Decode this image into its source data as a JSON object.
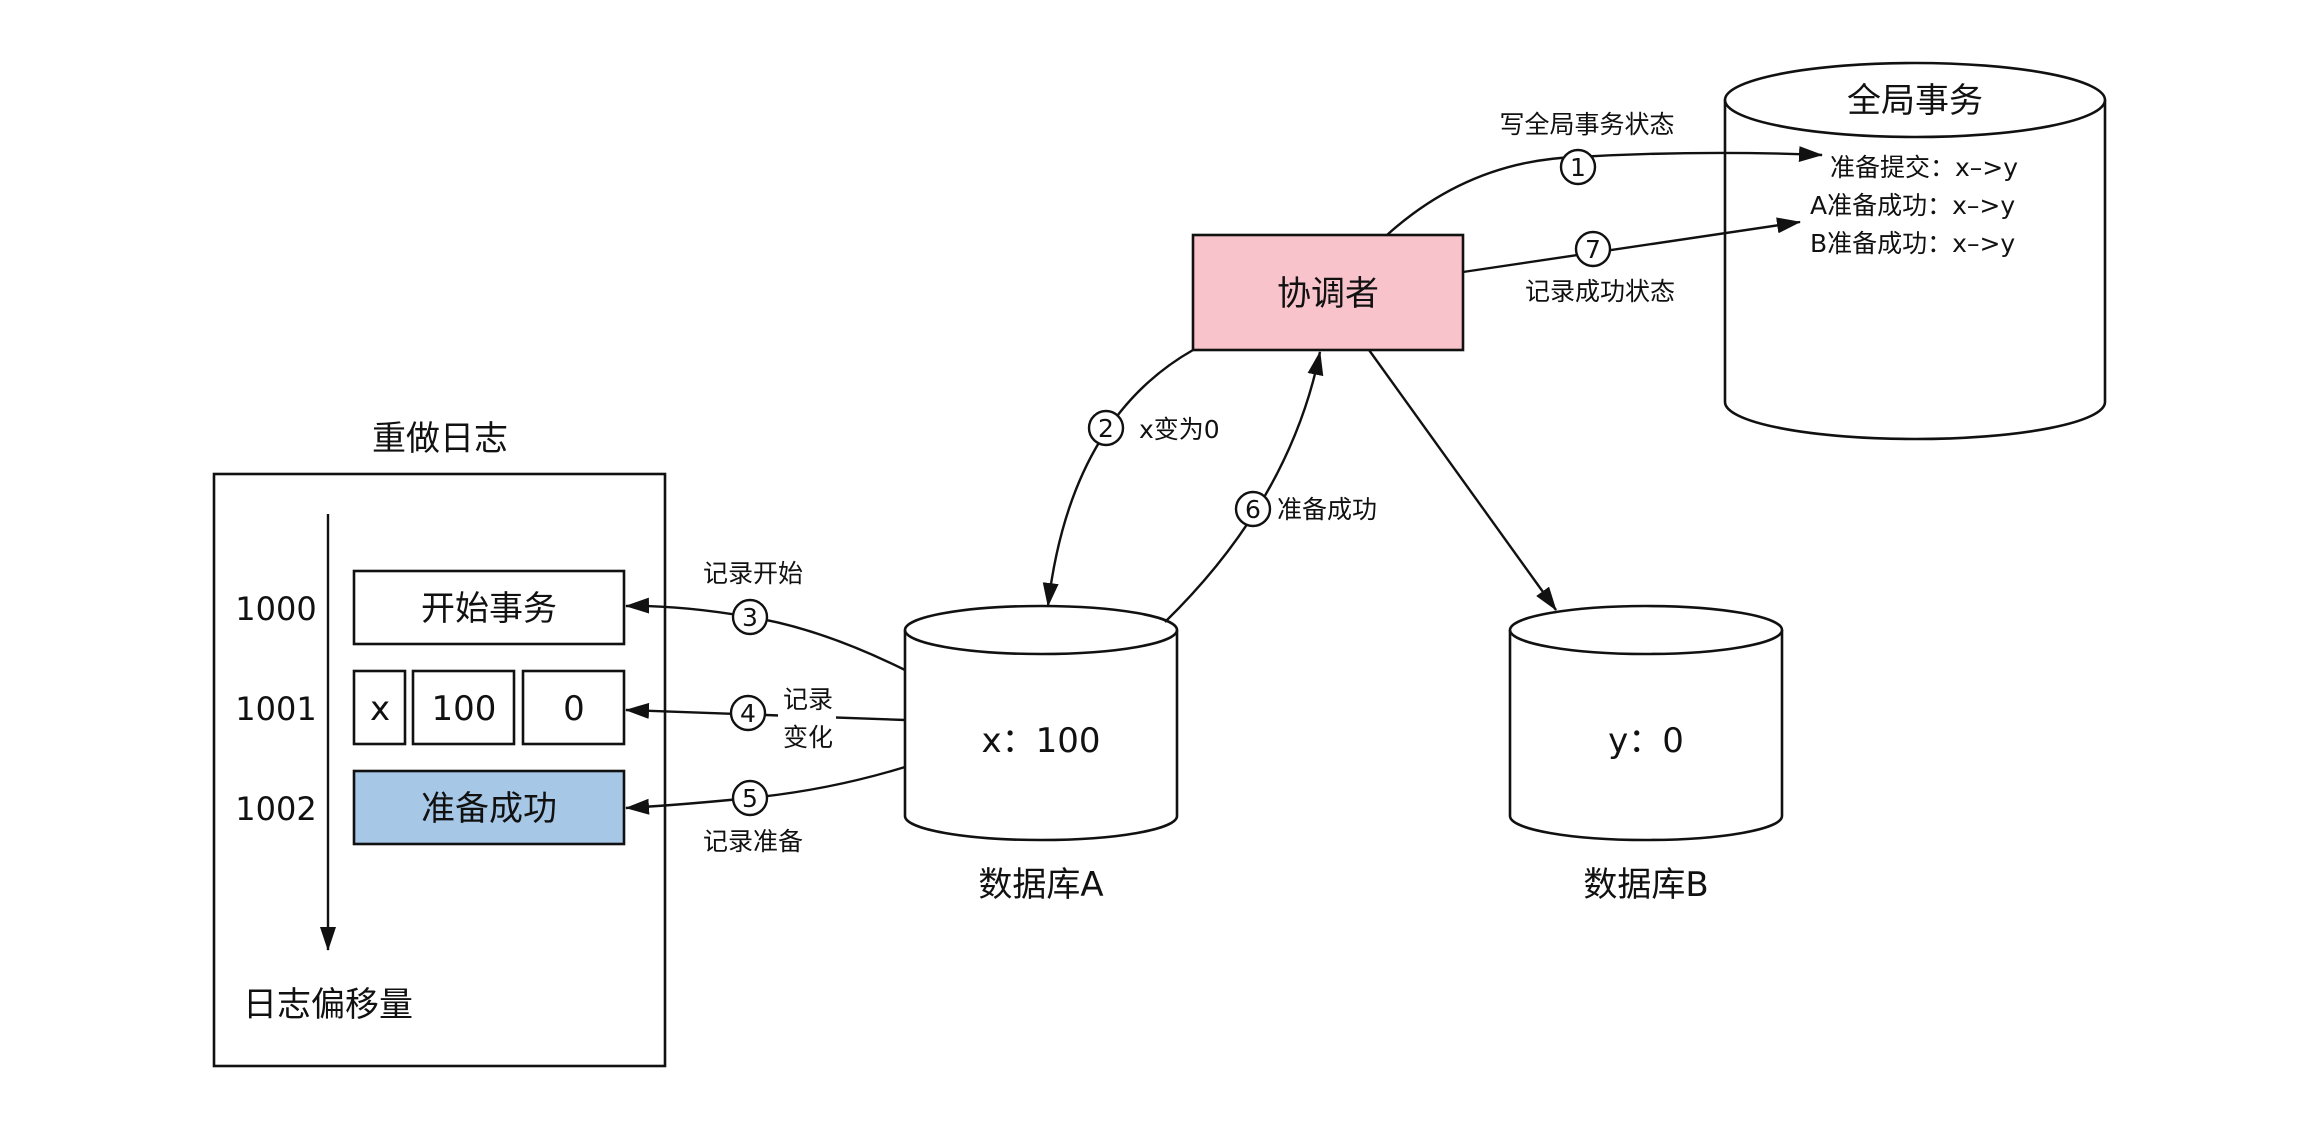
{
  "colors": {
    "coordinator_fill": "#F8C3CB",
    "prepared_fill": "#A7C7E7",
    "line": "#111111",
    "background": "#FFFFFF"
  },
  "redo_log": {
    "title": "重做日志",
    "axis_label": "日志偏移量",
    "rows": [
      {
        "offset": "1000",
        "content": "开始事务"
      },
      {
        "offset": "1001",
        "cells": [
          "x",
          "100",
          "0"
        ]
      },
      {
        "offset": "1002",
        "content": "准备成功"
      }
    ]
  },
  "coordinator": {
    "label": "协调者"
  },
  "global_tx": {
    "title": "全局事务",
    "entries": [
      "准备提交：x–>y",
      "A准备成功：x–>y",
      "B准备成功：x–>y"
    ]
  },
  "db_a": {
    "name": "数据库A",
    "value": "x：100"
  },
  "db_b": {
    "name": "数据库B",
    "value": "y：0"
  },
  "steps": [
    {
      "num": "1",
      "label": "写全局事务状态"
    },
    {
      "num": "2",
      "label": "x变为0"
    },
    {
      "num": "3",
      "label": "记录开始"
    },
    {
      "num": "4",
      "label_line1": "记录",
      "label_line2": "变化"
    },
    {
      "num": "5",
      "label": "记录准备"
    },
    {
      "num": "6",
      "label": "准备成功"
    },
    {
      "num": "7",
      "label": "记录成功状态"
    }
  ]
}
